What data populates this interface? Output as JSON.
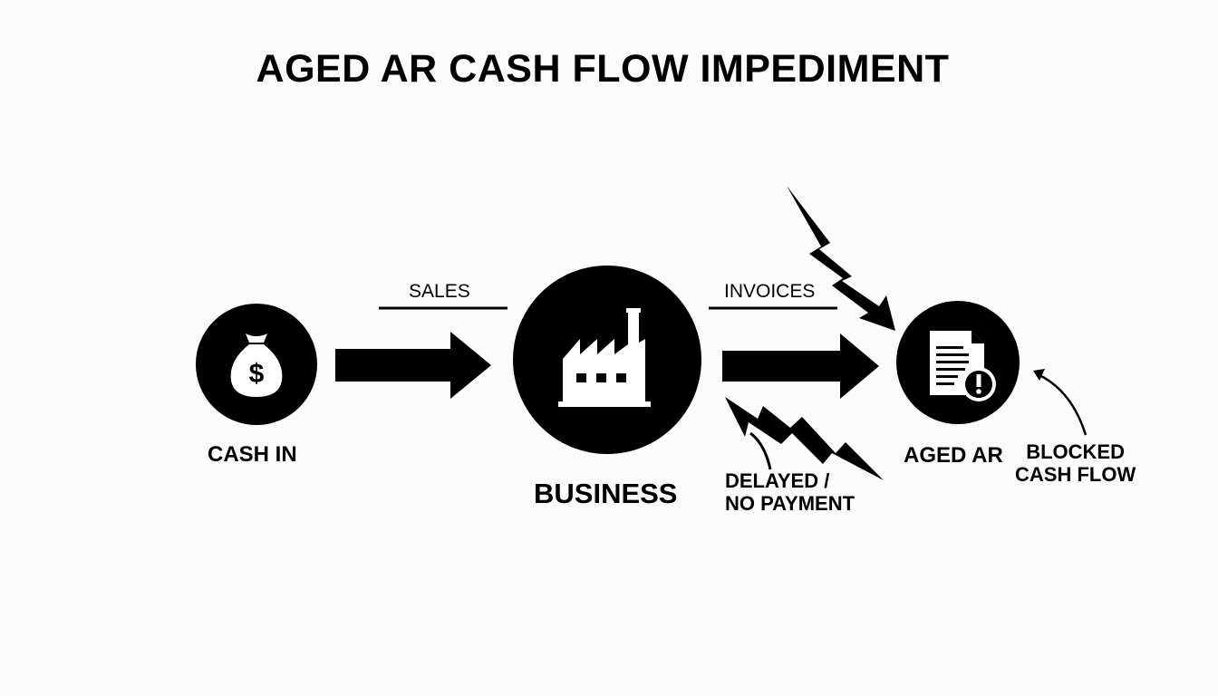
{
  "title": "AGED AR CASH FLOW IMPEDIMENT",
  "nodes": {
    "cash_in": "CASH IN",
    "business": "BUSINESS",
    "aged_ar": "AGED AR"
  },
  "flows": {
    "sales": "SALES",
    "invoices": "INVOICES"
  },
  "annotations": {
    "delayed_line1": "DELAYED /",
    "delayed_line2": "NO PAYMENT",
    "blocked_line1": "BLOCKED",
    "blocked_line2": "CASH FLOW"
  },
  "icons": {
    "cash_in": "money-bag-icon",
    "business": "factory-icon",
    "aged_ar": "document-alert-icon"
  },
  "colors": {
    "ink": "#000000",
    "background": "#fbfbfb"
  }
}
